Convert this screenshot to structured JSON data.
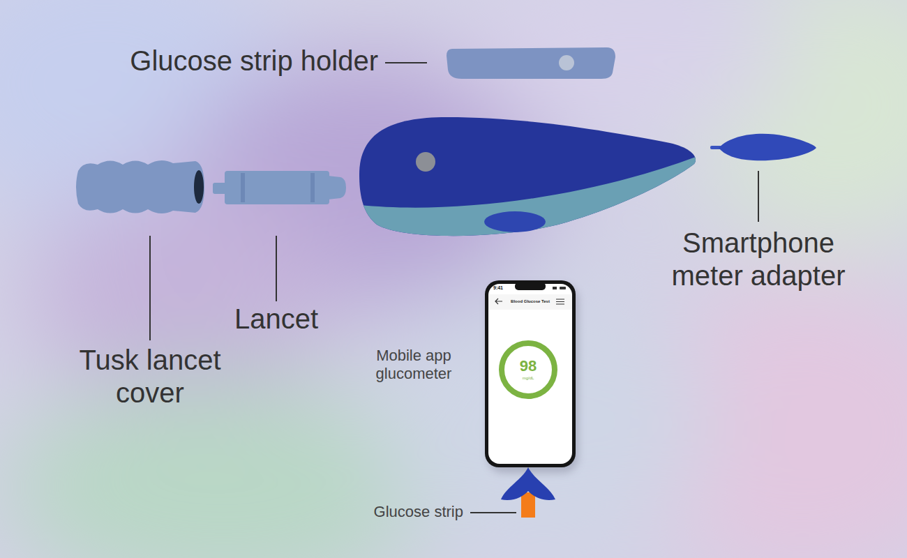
{
  "diagram": {
    "labels": [
      "Glucose strip holder",
      "Tusk lancet cover",
      "Lancet",
      "Smartphone meter adapter",
      "Mobile app glucometer",
      "9:41",
      "Blood Glucose Test",
      "98",
      "mg/dL",
      "Glucose strip"
    ]
  }
}
